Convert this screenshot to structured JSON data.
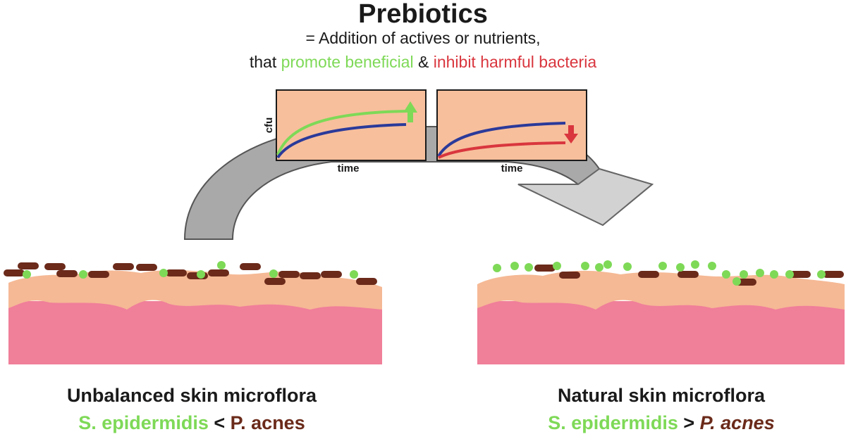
{
  "header": {
    "title": "Prebiotics",
    "line1": "= Addition of actives or nutrients,",
    "line2_prefix": "that ",
    "line2_promote": "promote beneficial",
    "line2_amp": " & ",
    "line2_inhibit": "inhibit harmful bacteria"
  },
  "graphs": {
    "left": {
      "ylabel": "cfu",
      "xlabel": "time"
    },
    "right": {
      "xlabel": "time"
    }
  },
  "panels": {
    "left": {
      "title": "Unbalanced skin microflora",
      "organism_a": "S. epidermidis",
      "relation": " < ",
      "organism_b": "P. acnes"
    },
    "right": {
      "title": "Natural skin microflora",
      "organism_a": "S. epidermidis",
      "relation": " > ",
      "organism_b": "P. acnes"
    }
  },
  "colors": {
    "beneficial": "#7ed957",
    "harmful": "#d9363e",
    "p_acnes": "#6b2a1a",
    "reference_curve": "#2b3a9a",
    "graph_bg": "#f7bf9c",
    "skin_top": "#f5b995",
    "skin_base": "#f07f9a",
    "arrow": "#a9a9a9"
  }
}
